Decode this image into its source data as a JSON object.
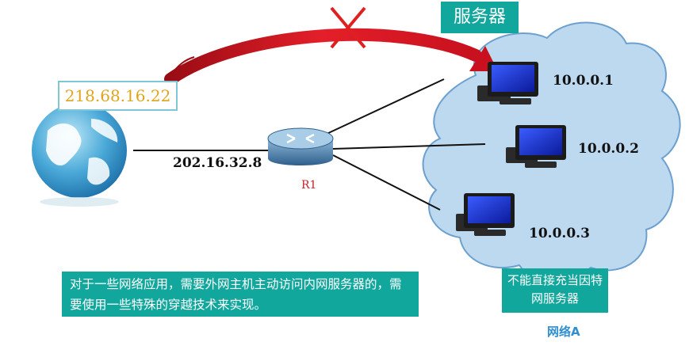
{
  "public_ip": "218.68.16.22",
  "server_title": "服务器",
  "router": {
    "wan_ip": "202.16.32.8",
    "label": "R1"
  },
  "hosts": [
    {
      "ip": "10.0.0.1"
    },
    {
      "ip": "10.0.0.2"
    },
    {
      "ip": "10.0.0.3"
    }
  ],
  "note_main": "对于一些网络应用，需要外网主机主动访问内网服务器的，需要使用一些特殊的穿越技术来实现。",
  "note_side": "不能直接充当因特网服务器",
  "network_label": "网络A",
  "colors": {
    "teal": "#12a79d",
    "arrow": "#c8101e",
    "cloud": "#bcd9ef",
    "cross": "#e02020"
  }
}
